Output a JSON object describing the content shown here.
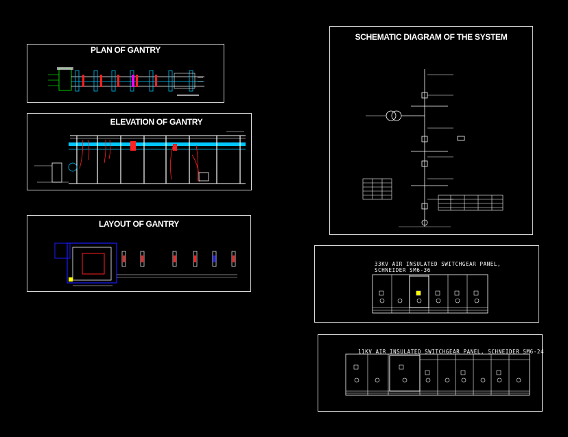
{
  "panels": {
    "plan": {
      "title": "PLAN OF GANTRY"
    },
    "elevation": {
      "title": "ELEVATION OF GANTRY"
    },
    "layout": {
      "title": "LAYOUT OF GANTRY"
    },
    "schematic": {
      "title": "SCHEMATIC DIAGRAM OF THE SYSTEM"
    },
    "panel33": {
      "title_line1": "33KV AIR INSULATED SWITCHGEAR PANEL,",
      "title_line2": "SCHNEIDER SM6-36"
    },
    "panel11": {
      "title": "11KV AIR INSULATED SWITCHGEAR PANEL, SCHNEIDER SM6-24"
    }
  },
  "colors": {
    "background": "#000000",
    "frame": "#d8d8d8",
    "busbar": "#00c8ff",
    "structure": "#ffffff",
    "accent_red": "#ff2020",
    "accent_blue": "#1a1aff",
    "accent_yellow": "#ffff00",
    "accent_green": "#00ff00",
    "accent_magenta": "#ff00ff"
  }
}
